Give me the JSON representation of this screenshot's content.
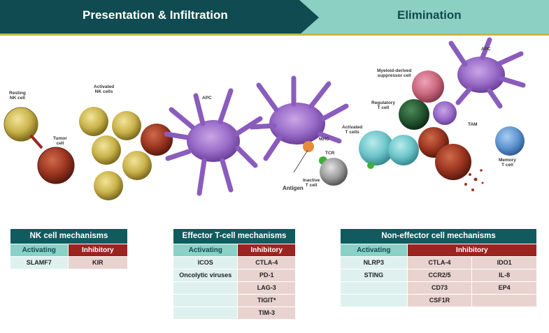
{
  "banner": {
    "left_title": "Presentation & Infiltration",
    "right_title": "Elimination",
    "colors": {
      "dark": "#0f4b50",
      "light": "#8ccfc3",
      "accent_line": "#c9b24c"
    }
  },
  "illustration_labels": {
    "resting_nk": [
      "Resting",
      "NK cell"
    ],
    "tumor": [
      "Tumor",
      "cell"
    ],
    "activated_nk": [
      "Activated",
      "NK cells"
    ],
    "apc_left": "APC",
    "mhc": "MHC",
    "tcr": "TCR",
    "antigen": "Antigen",
    "inactive_t": [
      "Inactive",
      "T cell"
    ],
    "activated_t": [
      "Activated",
      "T cells"
    ],
    "regulatory_t": [
      "Regulatory",
      "T cell"
    ],
    "mdsc": [
      "Myeloid-derived",
      "suppressor cell"
    ],
    "apc_right": "APC",
    "tam": "TAM",
    "memory_t": [
      "Memory",
      "T cell"
    ]
  },
  "tables": {
    "nk": {
      "title": "NK cell mechanisms",
      "activating_header": "Activating",
      "inhibitory_header": "Inhibitory",
      "activating": [
        "SLAMF7"
      ],
      "inhibitory": [
        "KIR"
      ]
    },
    "effector": {
      "title": "Effector T-cell mechanisms",
      "activating_header": "Activating",
      "inhibitory_header": "Inhibitory",
      "activating": [
        "ICOS",
        "Oncolytic viruses",
        "",
        "",
        ""
      ],
      "inhibitory": [
        "CTLA-4",
        "PD-1",
        "LAG-3",
        "TIGIT*",
        "TIM-3"
      ]
    },
    "noneffector": {
      "title": "Non-effector cell mechanisms",
      "activating_header": "Activating",
      "inhibitory_header": "Inhibitory",
      "activating": [
        "NLRP3",
        "STING",
        "",
        ""
      ],
      "inhibitory_col1": [
        "CTLA-4",
        "CCR2/5",
        "CD73",
        "CSF1R"
      ],
      "inhibitory_col2": [
        "IDO1",
        "IL-8",
        "EP4",
        ""
      ]
    }
  }
}
